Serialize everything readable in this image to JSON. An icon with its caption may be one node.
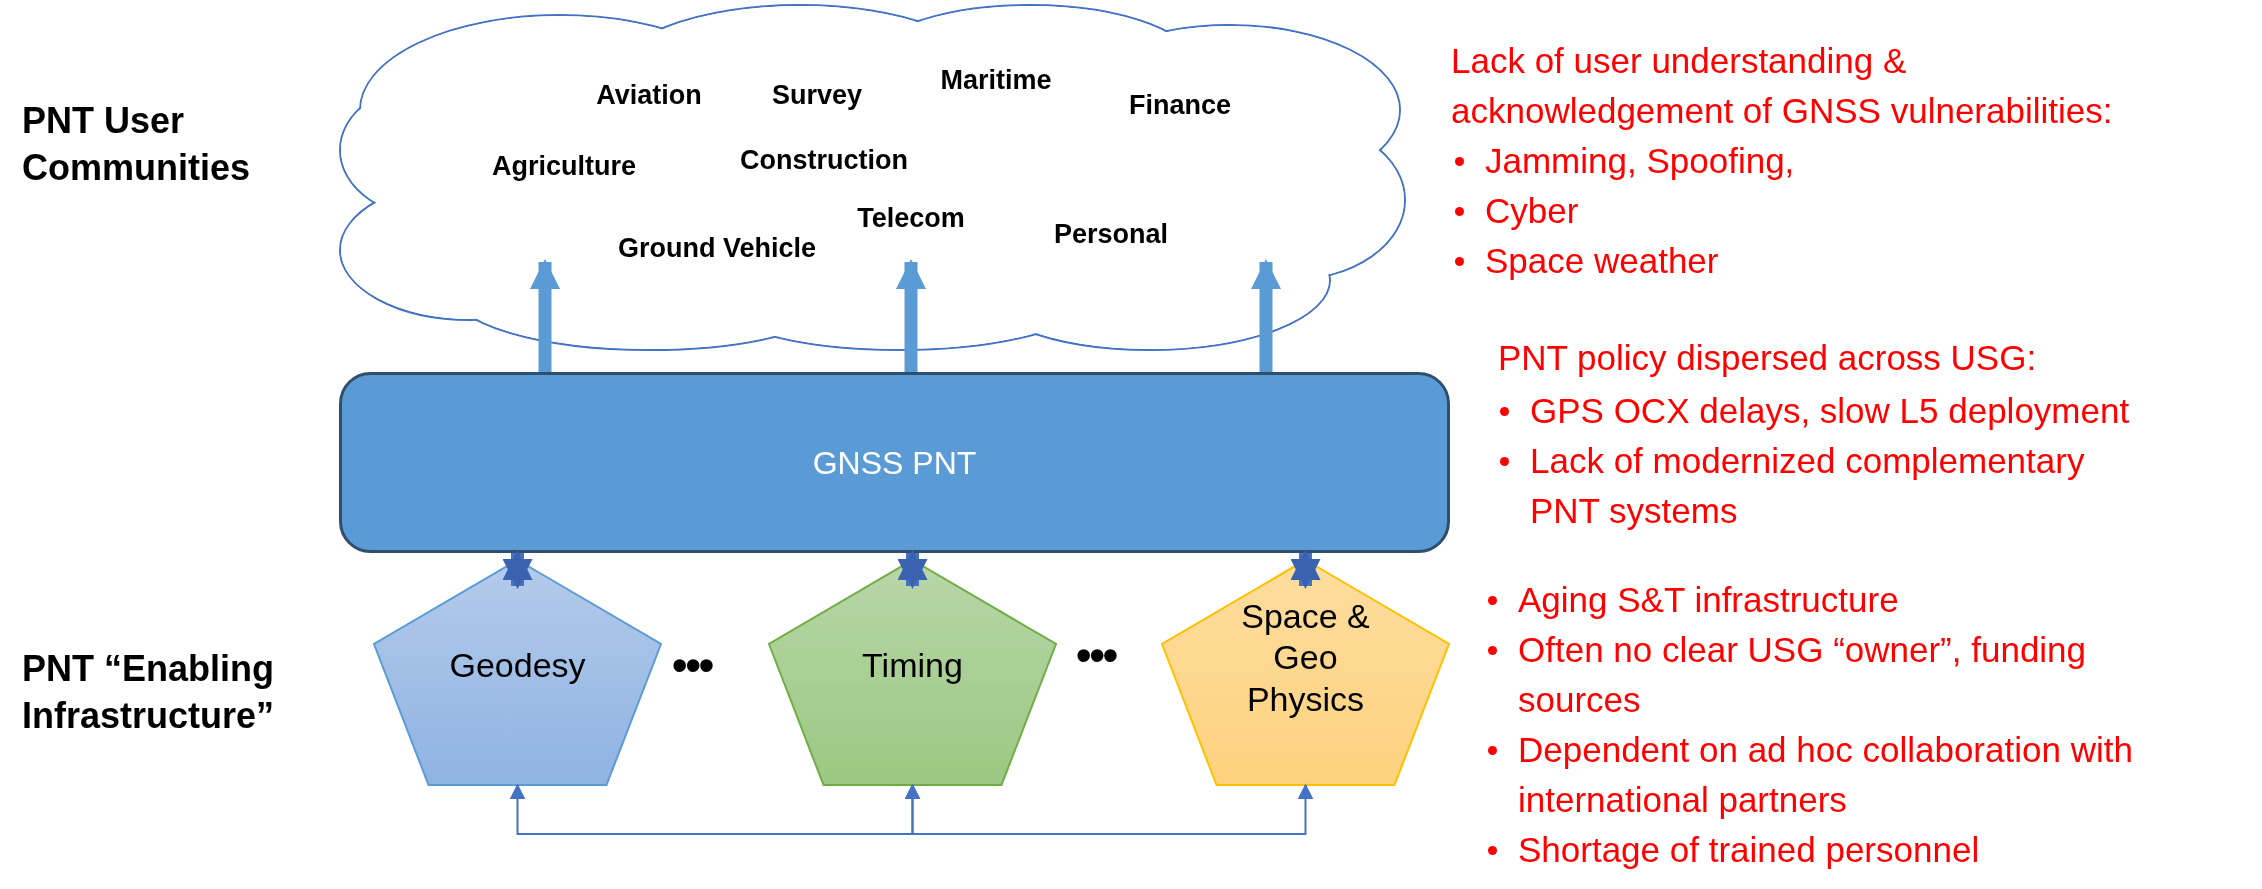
{
  "diagram": {
    "nodes": [
      {
        "text": [
          "Aviation",
          "Survey",
          "Maritime",
          "Finance",
          "Agriculture",
          "Construction",
          "Ground Vehicle",
          "Telecom",
          "Personal"
        ]
      },
      {
        "text": [
          "GNSS PNT"
        ]
      },
      {
        "text": [
          "Geodesy"
        ]
      },
      {
        "text": [
          "Timing"
        ]
      },
      {
        "text": [
          "Space & Geo Physics"
        ]
      }
    ],
    "edges": [
      {
        "from": 1,
        "to": 0,
        "arrow": "to",
        "color": "#5b9bd5"
      },
      {
        "from": 1,
        "to": 0,
        "arrow": "to",
        "color": "#5b9bd5"
      },
      {
        "from": 1,
        "to": 0,
        "arrow": "to",
        "color": "#5b9bd5"
      },
      {
        "from": 1,
        "to": 2,
        "arrow": "both"
      },
      {
        "from": 1,
        "to": 3,
        "arrow": "both"
      },
      {
        "from": 1,
        "to": 4,
        "arrow": "both"
      },
      {
        "from": 2,
        "to": 3,
        "arrow": "both"
      },
      {
        "from": 3,
        "to": 4,
        "arrow": "both"
      }
    ],
    "labels": [
      "PNT User Communities",
      "PNT “Enabling Infrastructure”",
      "•••",
      "•••",
      "Lack of user understanding & acknowledgement of GNSS vulnerabilities:",
      "Jamming, Spoofing,",
      "Cyber",
      "Space weather",
      "PNT policy dispersed across USG:",
      "GPS OCX delays, slow L5 deployment",
      "Lack of modernized complementary PNT systems",
      "Aging S&T infrastructure",
      "Often no clear USG “owner”, funding sources",
      "Dependent on ad hoc collaboration with international partners",
      "Shortage of trained personnel"
    ]
  }
}
